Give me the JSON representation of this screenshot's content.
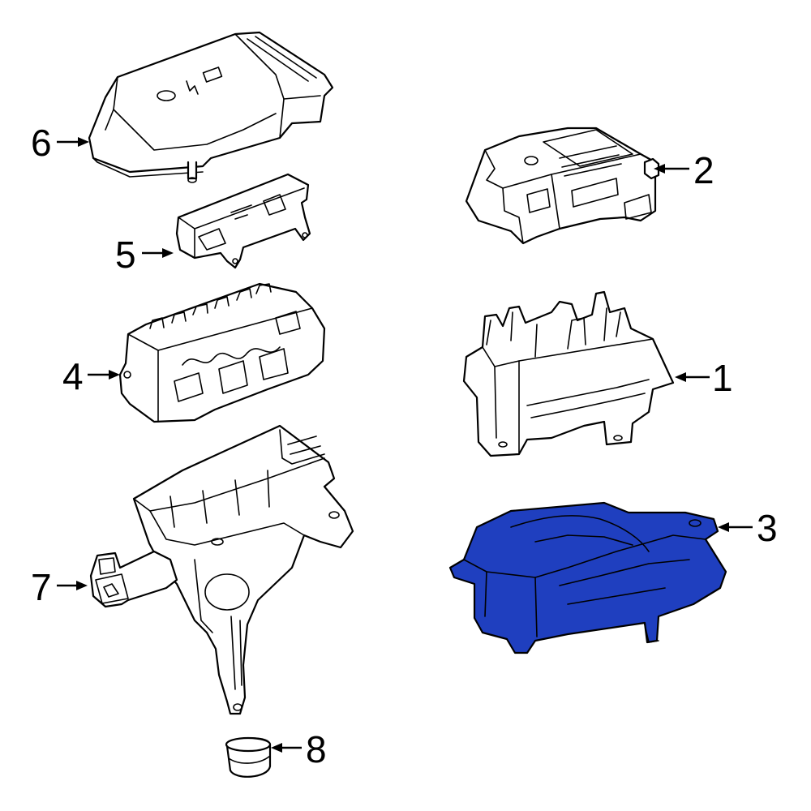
{
  "highlight_color": "#1f3fbf",
  "callouts": [
    {
      "id": "1",
      "label": "1"
    },
    {
      "id": "2",
      "label": "2"
    },
    {
      "id": "3",
      "label": "3",
      "highlighted": true
    },
    {
      "id": "4",
      "label": "4"
    },
    {
      "id": "5",
      "label": "5"
    },
    {
      "id": "6",
      "label": "6"
    },
    {
      "id": "7",
      "label": "7"
    },
    {
      "id": "8",
      "label": "8"
    }
  ]
}
